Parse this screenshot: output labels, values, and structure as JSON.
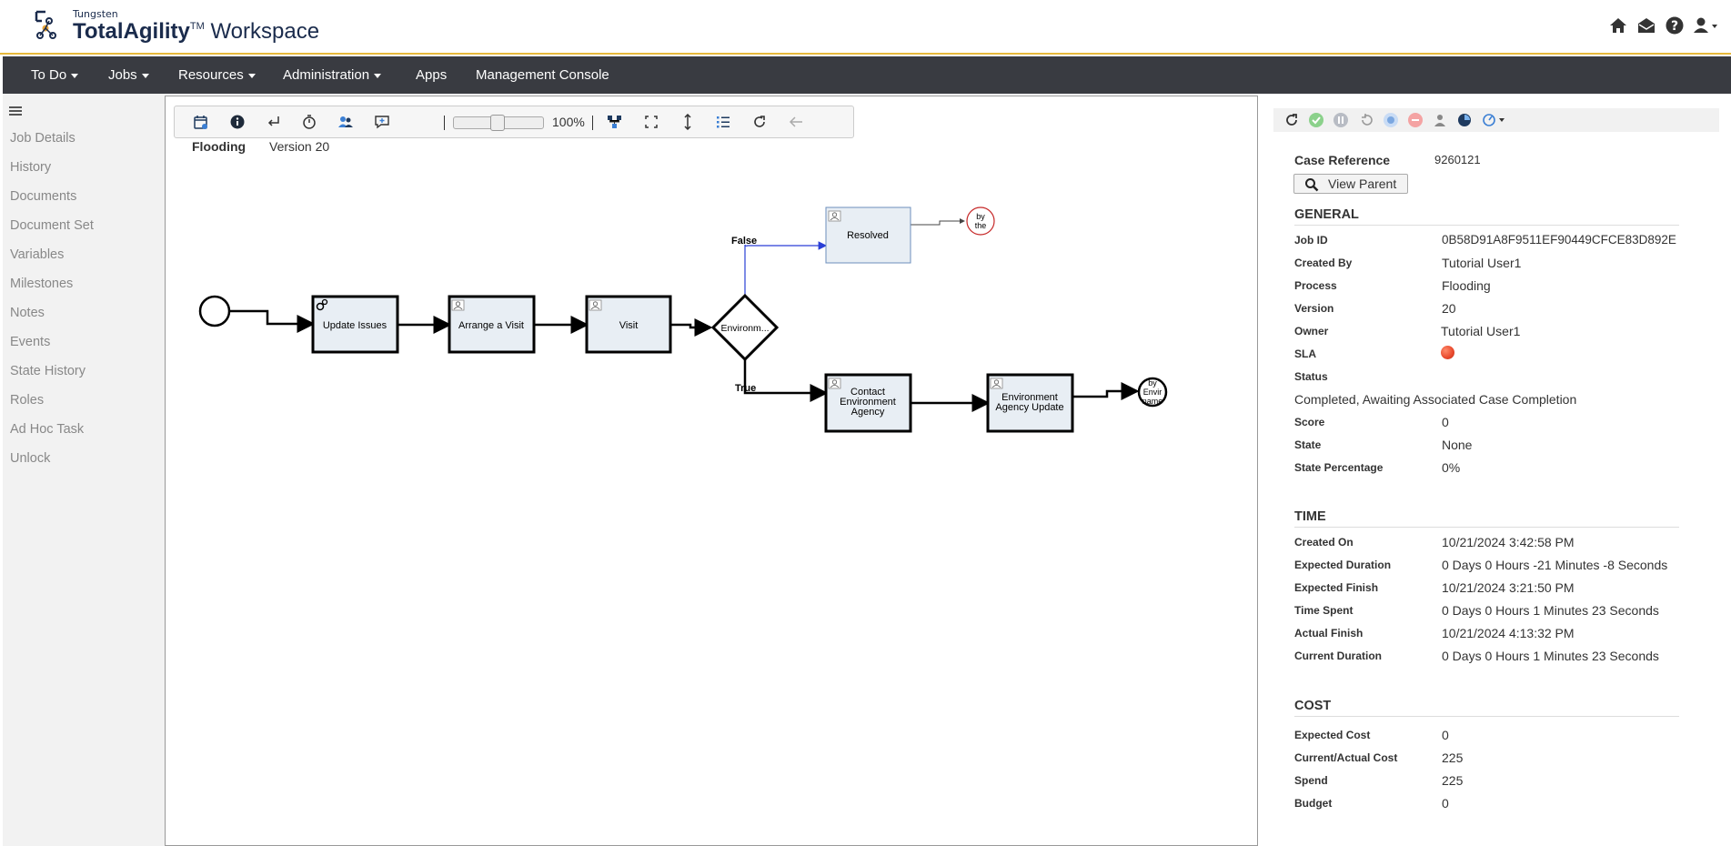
{
  "header": {
    "logo_small": "Tungsten",
    "logo_brand": "TotalAgility",
    "logo_tm": "TM",
    "logo_product": " Workspace",
    "icons": [
      "home-icon",
      "mail-icon",
      "help-icon",
      "user-icon"
    ]
  },
  "nav": {
    "items": [
      {
        "label": "To Do",
        "dropdown": true
      },
      {
        "label": "Jobs",
        "dropdown": true
      },
      {
        "label": "Resources",
        "dropdown": true
      },
      {
        "label": "Administration",
        "dropdown": true
      },
      {
        "label": "Apps",
        "dropdown": false
      },
      {
        "label": "Management Console",
        "dropdown": false
      }
    ]
  },
  "sidebar": {
    "items": [
      "Job Details",
      "History",
      "Documents",
      "Document Set",
      "Variables",
      "Milestones",
      "Notes",
      "Events",
      "State History",
      "Roles",
      "Ad Hoc Task",
      "Unlock"
    ]
  },
  "toolbar": {
    "zoom": "100%",
    "icons": [
      "calendar-icon",
      "info-icon",
      "return-icon",
      "timer-icon",
      "users-icon",
      "comment-icon",
      "tree-icon",
      "fullscreen-icon",
      "vertical-resize-icon",
      "list-icon",
      "refresh-icon",
      "back-arrow-icon"
    ]
  },
  "process": {
    "name": "Flooding",
    "version": "Version 20"
  },
  "diagram": {
    "nodes": {
      "update_issues": "Update Issues",
      "arrange_visit": "Arrange a Visit",
      "visit": "Visit",
      "gateway": "Environm...",
      "resolved": "Resolved",
      "contact_line1": "Contact",
      "contact_line2": "Environment",
      "contact_line3": "Agency",
      "env_update_line1": "Environment",
      "env_update_line2": "Agency Update",
      "end_top_line1": "by",
      "end_top_line2": "the",
      "end_bottom_line1": "by",
      "end_bottom_line2": "Envir",
      "end_bottom_line3": "name"
    },
    "labels": {
      "false": "False",
      "true": "True"
    }
  },
  "details": {
    "case_reference_label": "Case Reference",
    "case_reference_value": "9260121",
    "view_parent": "View Parent",
    "general_title": "GENERAL",
    "general": [
      {
        "label": "Job ID",
        "value": "0B58D91A8F9511EF90449CFCE83D892E"
      },
      {
        "label": "Created By",
        "value": "Tutorial User1"
      },
      {
        "label": "Process",
        "value": "Flooding"
      },
      {
        "label": "Version",
        "value": "20"
      },
      {
        "label": "Owner",
        "value": "Tutorial User1"
      },
      {
        "label": "SLA",
        "value": ""
      },
      {
        "label": "Status",
        "value": ""
      }
    ],
    "status_value": "Completed, Awaiting Associated Case Completion",
    "general2": [
      {
        "label": "Score",
        "value": "0"
      },
      {
        "label": "State",
        "value": "None"
      },
      {
        "label": "State Percentage",
        "value": "0%"
      }
    ],
    "time_title": "TIME",
    "time": [
      {
        "label": "Created On",
        "value": "10/21/2024 3:42:58 PM"
      },
      {
        "label": "Expected Duration",
        "value": "0 Days 0 Hours -21 Minutes -8 Seconds"
      },
      {
        "label": "Expected Finish",
        "value": "10/21/2024 3:21:50 PM"
      },
      {
        "label": "Time Spent",
        "value": "0 Days 0 Hours 1 Minutes 23 Seconds"
      },
      {
        "label": "Actual Finish",
        "value": "10/21/2024 4:13:32 PM"
      },
      {
        "label": "Current Duration",
        "value": "0 Days 0 Hours 1 Minutes 23 Seconds"
      }
    ],
    "cost_title": "COST",
    "cost": [
      {
        "label": "Expected Cost",
        "value": "0"
      },
      {
        "label": "Current/Actual Cost",
        "value": "225"
      },
      {
        "label": "Spend",
        "value": "225"
      },
      {
        "label": "Budget",
        "value": "0"
      }
    ],
    "sla_color": "#e8482c"
  }
}
